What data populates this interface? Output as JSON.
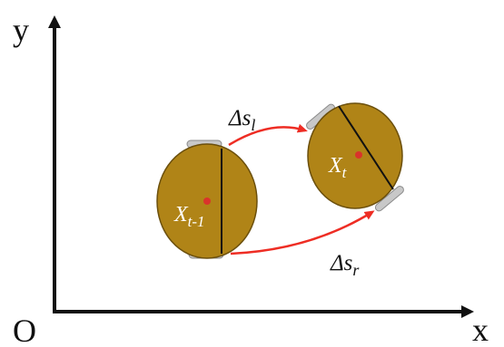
{
  "axes": {
    "y_label": "y",
    "x_label": "x",
    "origin_label": "O"
  },
  "robots": {
    "previous": {
      "label_main": "X",
      "label_sub": "t-1"
    },
    "current": {
      "label_main": "X",
      "label_sub": "t"
    }
  },
  "displacements": {
    "left": {
      "label_main": "Δs",
      "label_sub": "l"
    },
    "right": {
      "label_main": "Δs",
      "label_sub": "r"
    }
  },
  "colors": {
    "robot_body": "#b08417",
    "robot_outline": "#6b4f0c",
    "wheel": "#c8c8c8",
    "center_dot": "#d9342b",
    "motion_arrow": "#ee2d24",
    "axis": "#111111"
  }
}
